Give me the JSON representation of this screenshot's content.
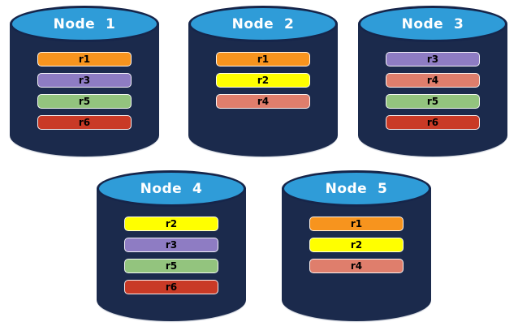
{
  "diagram": {
    "description": "Five database nodes (cylinders) showing replica placement",
    "background_color": "#FFFFFF",
    "cylinder": {
      "cap_color": "#2F9CD8",
      "cap_border_color": "#16254A",
      "body_color": "#1B2A4C",
      "title_text_color": "#FFFFFF",
      "bar_text_color": "#000000"
    },
    "replica_colors": {
      "r1": "#F7941E",
      "r2": "#FFFF00",
      "r3": "#8E7CC3",
      "r4": "#DF7E6C",
      "r5": "#93C47E",
      "r6": "#C93A26"
    },
    "nodes": [
      {
        "title": "Node  1",
        "replicas": [
          {
            "label": "r1",
            "color": "#F7941E"
          },
          {
            "label": "r3",
            "color": "#8E7CC3"
          },
          {
            "label": "r5",
            "color": "#93C47E"
          },
          {
            "label": "r6",
            "color": "#C93A26"
          }
        ]
      },
      {
        "title": "Node  2",
        "replicas": [
          {
            "label": "r1",
            "color": "#F7941E"
          },
          {
            "label": "r2",
            "color": "#FFFF00"
          },
          {
            "label": "r4",
            "color": "#DF7E6C"
          }
        ]
      },
      {
        "title": "Node  3",
        "replicas": [
          {
            "label": "r3",
            "color": "#8E7CC3"
          },
          {
            "label": "r4",
            "color": "#DF7E6C"
          },
          {
            "label": "r5",
            "color": "#93C47E"
          },
          {
            "label": "r6",
            "color": "#C93A26"
          }
        ]
      },
      {
        "title": "Node  4",
        "replicas": [
          {
            "label": "r2",
            "color": "#FFFF00"
          },
          {
            "label": "r3",
            "color": "#8E7CC3"
          },
          {
            "label": "r5",
            "color": "#93C47E"
          },
          {
            "label": "r6",
            "color": "#C93A26"
          }
        ]
      },
      {
        "title": "Node  5",
        "replicas": [
          {
            "label": "r1",
            "color": "#F7941E"
          },
          {
            "label": "r2",
            "color": "#FFFF00"
          },
          {
            "label": "r4",
            "color": "#DF7E6C"
          }
        ]
      }
    ]
  }
}
